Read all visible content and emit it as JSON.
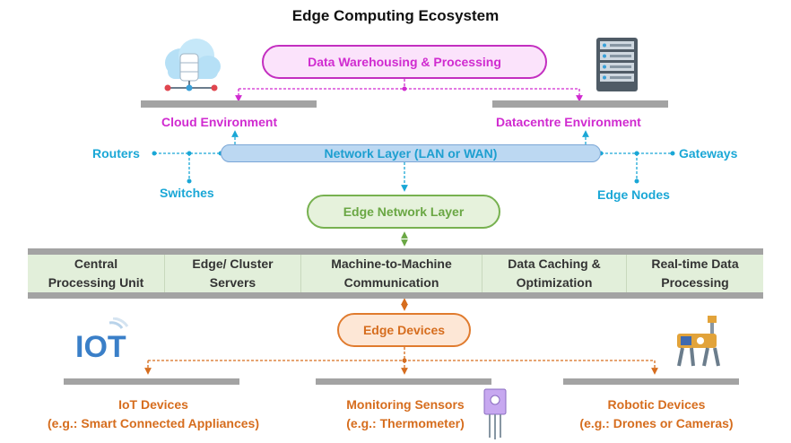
{
  "title": "Edge Computing Ecosystem",
  "warehouse_label": "Data Warehousing & Processing",
  "cloud_label": "Cloud Environment",
  "datacentre_label": "Datacentre Environment",
  "network_layer_label": "Network Layer (LAN or WAN)",
  "routers_label": "Routers",
  "switches_label": "Switches",
  "gateways_label": "Gateways",
  "edge_nodes_label": "Edge Nodes",
  "edge_network_label": "Edge Network Layer",
  "band_cells": [
    {
      "line1": "Central",
      "line2": "Processing Unit"
    },
    {
      "line1": "Edge/ Cluster",
      "line2": "Servers"
    },
    {
      "line1": "Machine-to-Machine",
      "line2": "Communication"
    },
    {
      "line1": "Data Caching &",
      "line2": "Optimization"
    },
    {
      "line1": "Real-time Data",
      "line2": "Processing"
    }
  ],
  "edge_devices_label": "Edge Devices",
  "iot_logo_text": "IOT",
  "devices": [
    {
      "line1": "IoT Devices",
      "line2": "(e.g.: Smart Connected Appliances)"
    },
    {
      "line1": "Monitoring Sensors",
      "line2": "(e.g.: Thermometer)"
    },
    {
      "line1": "Robotic Devices",
      "line2": "(e.g.: Drones or Cameras)"
    }
  ],
  "colors": {
    "magenta": "#d02bd0",
    "cyan": "#1aa7d6",
    "green": "#6aa744",
    "orange": "#d66d1e",
    "gray": "#a3a3a3"
  },
  "icons": [
    "cloud-database-icon",
    "server-rack-icon",
    "iot-logo-icon",
    "thermometer-sensor-icon",
    "robot-dog-icon"
  ]
}
